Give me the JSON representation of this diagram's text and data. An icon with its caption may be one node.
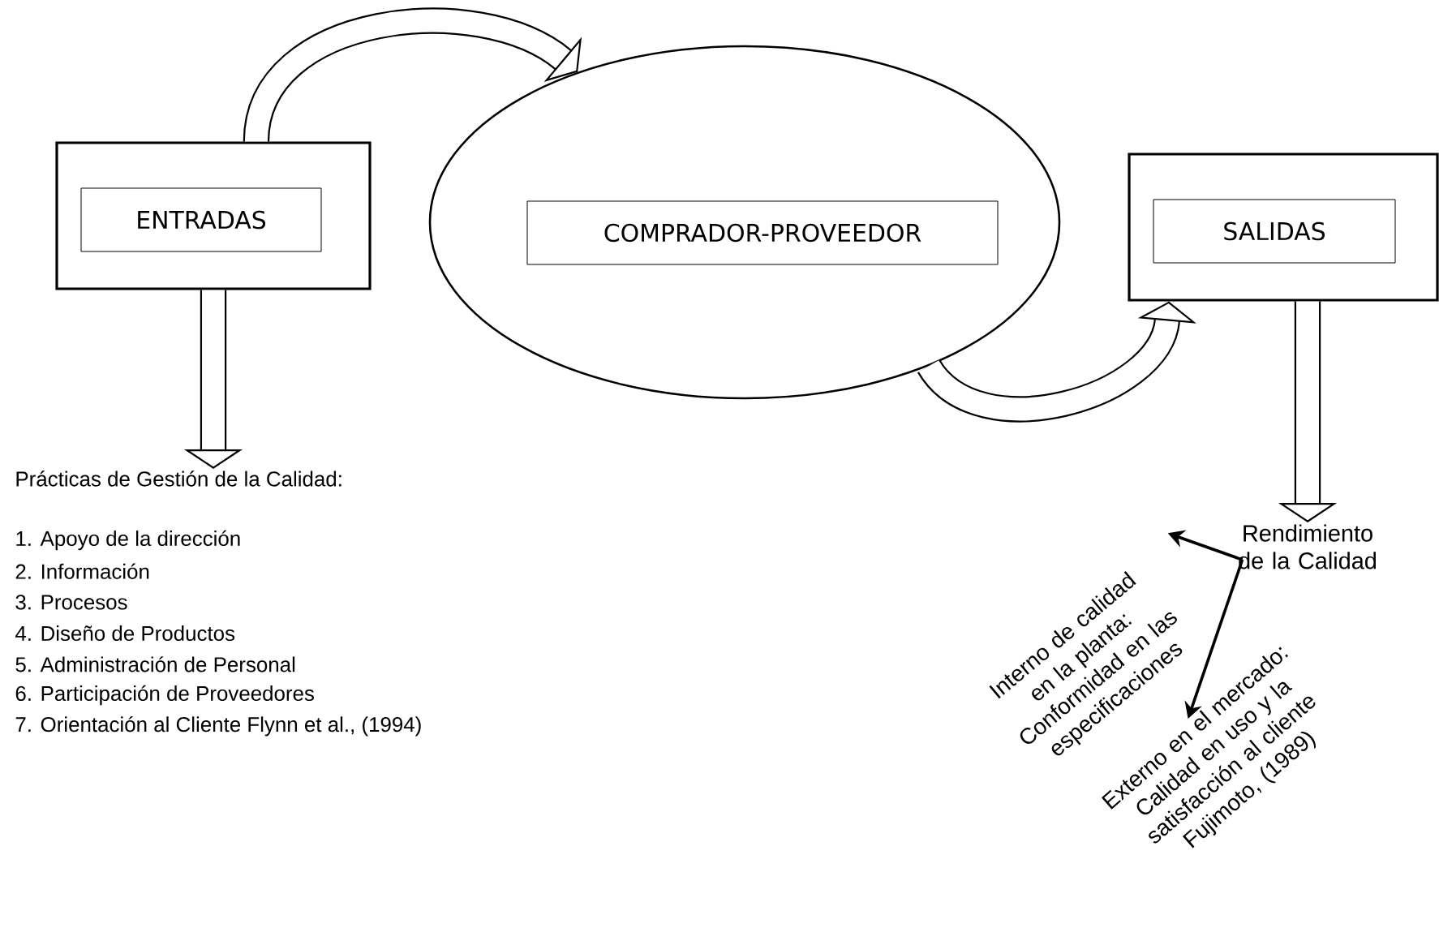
{
  "diagram": {
    "nodes": [
      {
        "text": [],
        "shape": "box"
      },
      {
        "text": [
          "ENTRADAS"
        ],
        "in": 0
      },
      {
        "text": [],
        "shape": "ellipse"
      },
      {
        "text": [
          "COMPRADOR-PROVEEDOR"
        ],
        "in": 2
      },
      {
        "text": [],
        "shape": "box"
      },
      {
        "text": [
          "SALIDAS"
        ],
        "in": 4
      },
      {
        "text": [
          "Prácticas de Gestión de la Calidad:"
        ]
      },
      {
        "text": [
          "Rendimiento de la Calidad"
        ]
      },
      {
        "text": [
          "Interno  de calidad  en la planta:",
          "Conformidad en las especificaciones"
        ]
      },
      {
        "text": [
          "Externo en el mercado:",
          "Calidad en uso y la satisfacción al cliente",
          "Fujimoto, (1989)"
        ]
      }
    ],
    "edges": [
      {
        "from": 0,
        "to": 2,
        "arrow": "to"
      },
      {
        "from": 0,
        "to": 6,
        "arrow": "to"
      },
      {
        "from": 2,
        "to": 4,
        "arrow": "to"
      },
      {
        "from": 4,
        "to": 7,
        "arrow": "to"
      },
      {
        "from": 7,
        "to": 8,
        "arrow": "to"
      },
      {
        "from": 7,
        "to": 9,
        "arrow": "to"
      }
    ],
    "labels": [
      "1.    Apoyo de la dirección",
      "2.    Información",
      "3.    Procesos",
      "4.    Diseño de Productos",
      "5.    Administración de Personal",
      "6.    Participación de Proveedores",
      "7.    Orientación al Cliente Flynn et al., (1994)"
    ]
  }
}
